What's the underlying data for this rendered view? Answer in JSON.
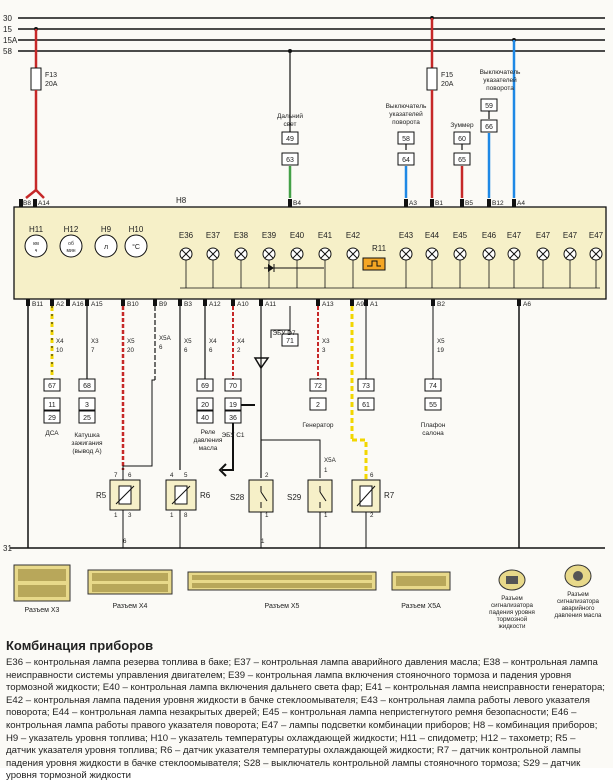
{
  "buses": [
    "30",
    "15",
    "15A",
    "58",
    "31"
  ],
  "fuses": {
    "f13": {
      "name": "F13",
      "rating": "20A"
    },
    "f15": {
      "name": "F15",
      "rating": "20A"
    }
  },
  "top_connectors": [
    "49",
    "63",
    "58",
    "64",
    "60",
    "65",
    "59",
    "66"
  ],
  "top_labels": {
    "high_beam_1": "Дальний",
    "high_beam_2": "свет",
    "turn_switch_1": "Выключатель",
    "turn_switch_2": "указателей",
    "turn_switch_3": "поворота",
    "buzzer": "Зуммер",
    "turn_switch_b_1": "Выключатель",
    "turn_switch_b_2": "указателей",
    "turn_switch_b_3": "поворота"
  },
  "cluster": {
    "name": "H8",
    "r11": "R11"
  },
  "pins_top": [
    "B8",
    "A14",
    "B4",
    "A3",
    "B1",
    "B5",
    "B12",
    "A4"
  ],
  "gauges": [
    {
      "name": "H11",
      "symbol": "км",
      "symbol2": "ч"
    },
    {
      "name": "H12",
      "symbol": "об",
      "symbol2": "мин"
    },
    {
      "name": "H9",
      "symbol": "л"
    },
    {
      "name": "H10",
      "symbol": "°C"
    }
  ],
  "lamps": [
    "E36",
    "E37",
    "E38",
    "E39",
    "E40",
    "E41",
    "E42",
    "E43",
    "E44",
    "E45",
    "E46",
    "E47",
    "E47",
    "E47",
    "E47"
  ],
  "pins_bottom": [
    "B11",
    "A2",
    "A16",
    "A15",
    "B10",
    "B9",
    "B3",
    "A12",
    "A10",
    "A11",
    "A13",
    "A9",
    "A1",
    "B2",
    "A6"
  ],
  "wire_labels": [
    "X4",
    "10",
    "X3",
    "7",
    "X5",
    "20",
    "X5A",
    "6",
    "X5",
    "6",
    "X4",
    "6",
    "X4",
    "2",
    "X3",
    "3",
    "X5",
    "19",
    "X5A",
    "1",
    "7",
    "6",
    "4",
    "5",
    "1",
    "3",
    "1",
    "8",
    "2",
    "1",
    "1",
    "6",
    "2",
    "6",
    "1"
  ],
  "lower_boxes": [
    "67",
    "11",
    "29",
    "68",
    "3",
    "25",
    "69",
    "20",
    "40",
    "70",
    "19",
    "36",
    "71",
    "72",
    "2",
    "73",
    "61",
    "74",
    "55"
  ],
  "lower_labels": {
    "dsa": "ДСА",
    "coil_1": "Катушка",
    "coil_2": "зажигания",
    "coil_3": "(вывод А)",
    "relay_1": "Реле",
    "relay_2": "давления",
    "relay_3": "масла",
    "ecu_c1": "ЭБУ С1",
    "ecu_d7": "ЭБУ D7",
    "generator": "Генератор",
    "ceiling_1": "Плафон",
    "ceiling_2": "салона"
  },
  "sensors": {
    "r5": "R5",
    "r6": "R6",
    "s28": "S28",
    "s29": "S29",
    "r7": "R7"
  },
  "connectors": [
    "Разъем X3",
    "Разъем X4",
    "Разъем X5",
    "Разъем X5A",
    "Разъем",
    "сигнализатора",
    "падения уровня",
    "тормозной",
    "жидкости",
    "Разъем",
    "сигнализатора",
    "аварийного",
    "давления масла"
  ],
  "caption": {
    "title": "Комбинация приборов",
    "text": "E36 – контрольная лампа резерва топлива в баке; E37 – контрольная лампа аварийного давления масла; E38 – контрольная лампа неисправности системы управления двигателем; E39 – контрольная лампа включения стояночного тормоза и падения уровня тормозной жидкости; E40 – контрольная лампа включения дальнего света фар; E41 – контрольная лампа неисправности генератора; E42 – контрольная лампа падения уровня жидкости в бачке стеклоомывателя; E43 – контрольная лампа работы левого указателя поворота; E44 – контрольная лампа незакрытых дверей; E45 – контрольная лампа непристегнутого ремня безопасности; E46 – контрольная лампа работы правого указателя поворота; E47 – лампы подсветки комбинации приборов; H8 – комбинация приборов; H9 – указатель уровня топлива; H10 – указатель температуры охлаждающей жидкости; H11 – спидометр; H12 – тахометр; R5 – датчик указателя уровня топлива; R6 – датчик указателя температуры охлаждающей жидкости; R7 – датчик контрольной лампы падения уровня жидкости в бачке стеклоомывателя; S28 – выключатель контрольной лампы стояночного тормоза; S29 – датчик уровня тормозной жидкости"
  }
}
